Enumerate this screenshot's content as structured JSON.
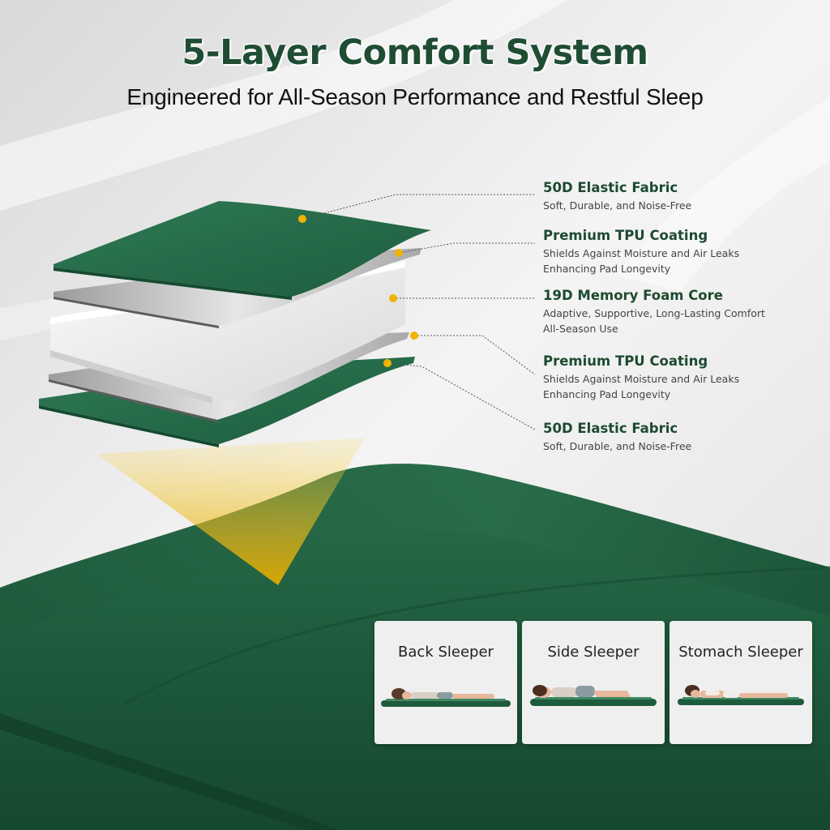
{
  "header": {
    "title": "5-Layer Comfort System",
    "subtitle": "Engineered for All-Season Performance and Restful Sleep"
  },
  "layers": [
    {
      "name": "50D Elastic Fabric",
      "lines": [
        "Soft, Durable, and Noise-Free"
      ]
    },
    {
      "name": "Premium TPU Coating",
      "lines": [
        "Shields Against Moisture and Air Leaks",
        "Enhancing Pad Longevity"
      ]
    },
    {
      "name": "19D Memory Foam Core",
      "lines": [
        "Adaptive, Supportive, Long-Lasting Comfort",
        "All-Season Use"
      ]
    },
    {
      "name": "Premium TPU Coating",
      "lines": [
        "Shields Against Moisture and Air Leaks",
        "Enhancing Pad Longevity"
      ]
    },
    {
      "name": "50D Elastic Fabric",
      "lines": [
        "Soft, Durable, and Noise-Free"
      ]
    }
  ],
  "sleep_positions": [
    {
      "label": "Back Sleeper"
    },
    {
      "label": "Side Sleeper"
    },
    {
      "label": "Stomach Sleeper"
    }
  ],
  "colors": {
    "brand_green": "#1f5a3a",
    "pad_green": "#1e5b3c",
    "accent_yellow": "#f0b400",
    "title_green": "#1f4d33"
  }
}
